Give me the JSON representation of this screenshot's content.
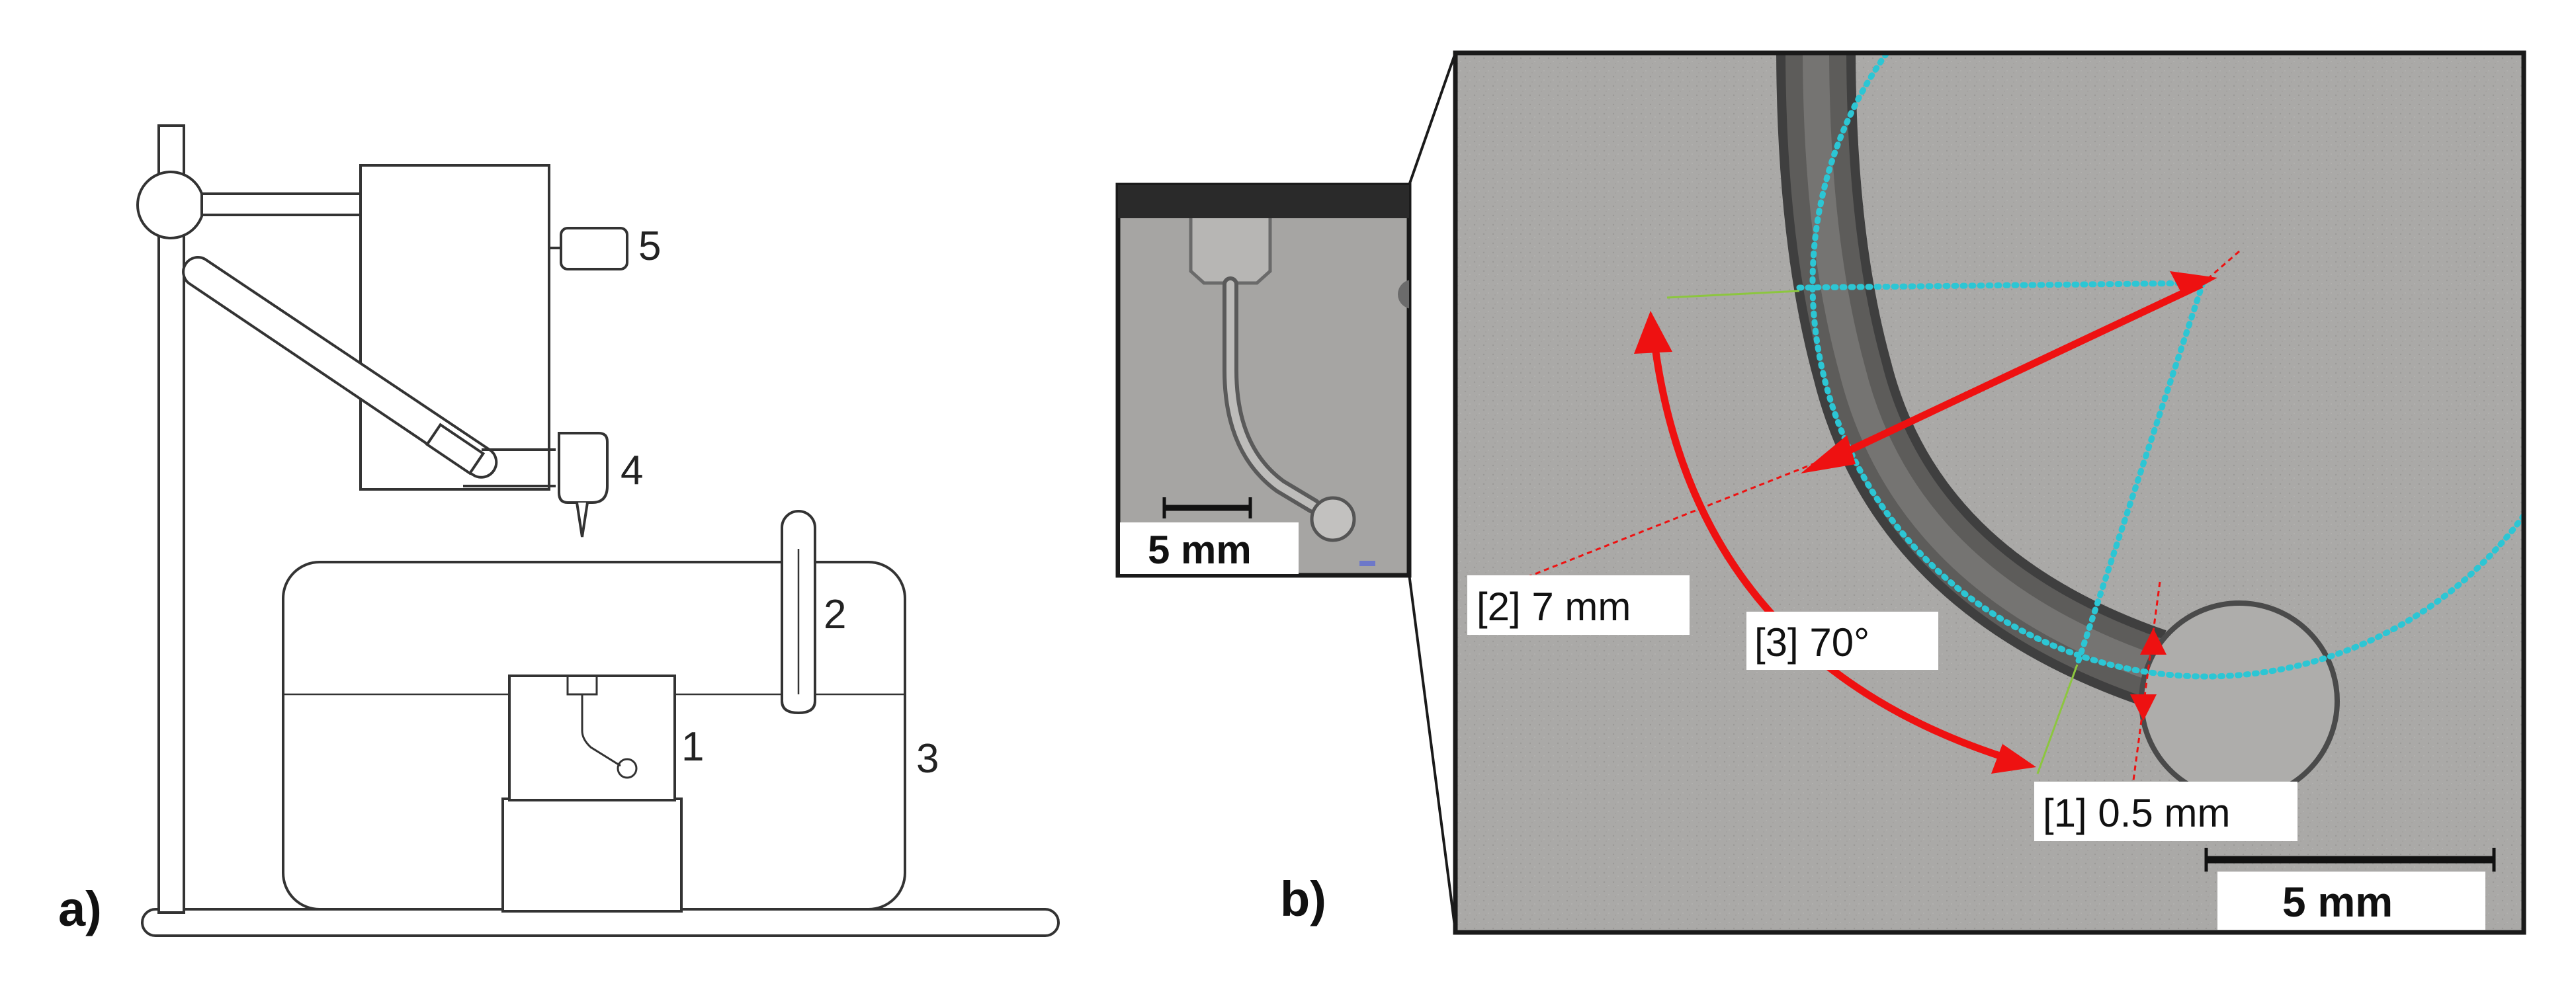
{
  "panel_a": {
    "label": "a)",
    "numbers": [
      "1",
      "2",
      "3",
      "4",
      "5"
    ]
  },
  "panel_b": {
    "label": "b)",
    "inset_scale": "5 mm",
    "main_scale": "5 mm",
    "annotations": [
      "[1] 0.5 mm",
      "[2] 7 mm",
      "[3] 70°"
    ]
  },
  "colors": {
    "line": "#333333",
    "photo_bg": "#a9a8a6",
    "channel": "#4a4a4a",
    "arrow": "#ee1111",
    "dotted": "#2cc6d4",
    "guide": "#8cc63f"
  }
}
